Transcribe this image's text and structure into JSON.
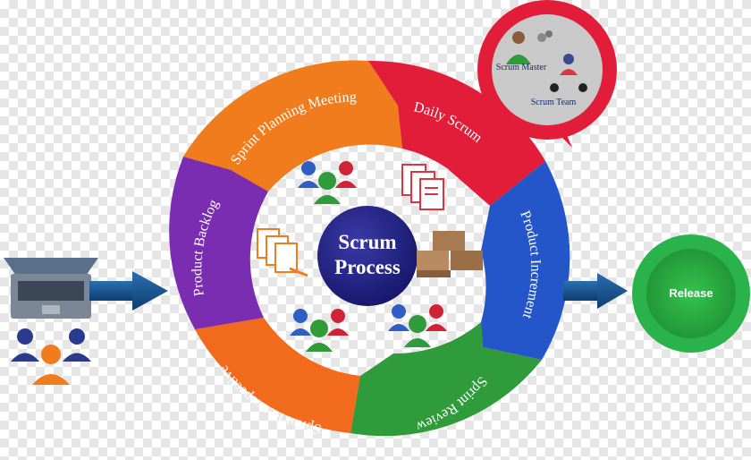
{
  "center": {
    "line1": "Scrum",
    "line2": "Process"
  },
  "stages": [
    {
      "label": "Sprint Planning Meeting",
      "color": "#f07c1d"
    },
    {
      "label": "Daily Scrum",
      "color": "#e11d3a"
    },
    {
      "label": "Product Increment",
      "color": "#2456c9"
    },
    {
      "label": "Sprint Review",
      "color": "#2f9b3a"
    },
    {
      "label": "Sprint Retrospective",
      "color": "#f26a1b"
    },
    {
      "label": "Product Backlog",
      "color": "#7a2db0"
    }
  ],
  "release": {
    "label": "Release",
    "color": "#2ab34a"
  },
  "bubble": {
    "scrum_master": "Scrum Master",
    "scrum_team": "Scrum Team"
  },
  "icons": [
    "laptop-icon",
    "team-icon",
    "documents-icon",
    "boxes-icon",
    "people-group-icon",
    "arrow-icon"
  ]
}
